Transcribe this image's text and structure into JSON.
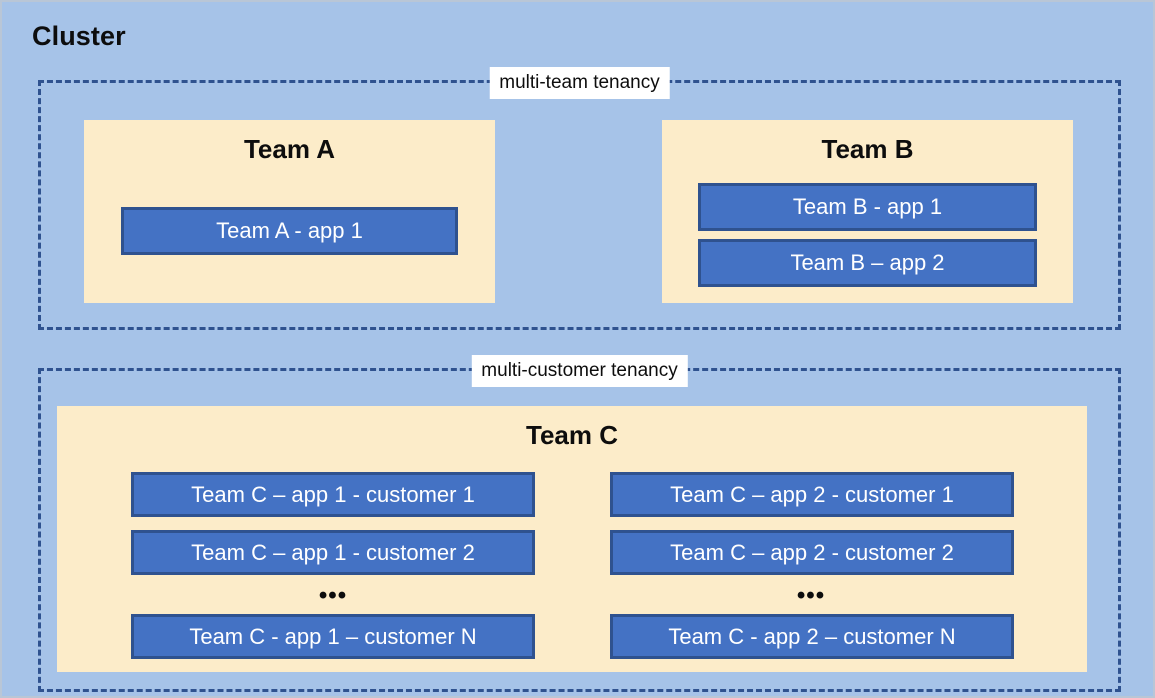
{
  "diagram": {
    "title": "Cluster",
    "background_color": "#a6c3e8",
    "accent_blue": "#4472c4",
    "accent_blue_border": "#2f528f",
    "team_fill": "#fcecc9",
    "label_fill": "#ffffff",
    "text_dark": "#0d0d0d",
    "text_light": "#ffffff"
  },
  "tenancies": {
    "multi_team": {
      "label": "multi-team tenancy"
    },
    "multi_customer": {
      "label": "multi-customer tenancy"
    }
  },
  "teams": {
    "a": {
      "title": "Team A",
      "apps": [
        {
          "label": "Team A - app 1"
        }
      ]
    },
    "b": {
      "title": "Team B",
      "apps": [
        {
          "label": "Team B - app 1"
        },
        {
          "label": "Team B – app 2"
        }
      ]
    },
    "c": {
      "title": "Team C",
      "ellipsis": "•••",
      "app1_column": [
        {
          "label": "Team C – app 1 - customer 1"
        },
        {
          "label": "Team C – app 1 - customer 2"
        },
        {
          "label": "Team C - app 1 – customer N"
        }
      ],
      "app2_column": [
        {
          "label": "Team C – app 2 - customer 1"
        },
        {
          "label": "Team C – app 2 - customer 2"
        },
        {
          "label": "Team C - app 2 – customer N"
        }
      ]
    }
  }
}
